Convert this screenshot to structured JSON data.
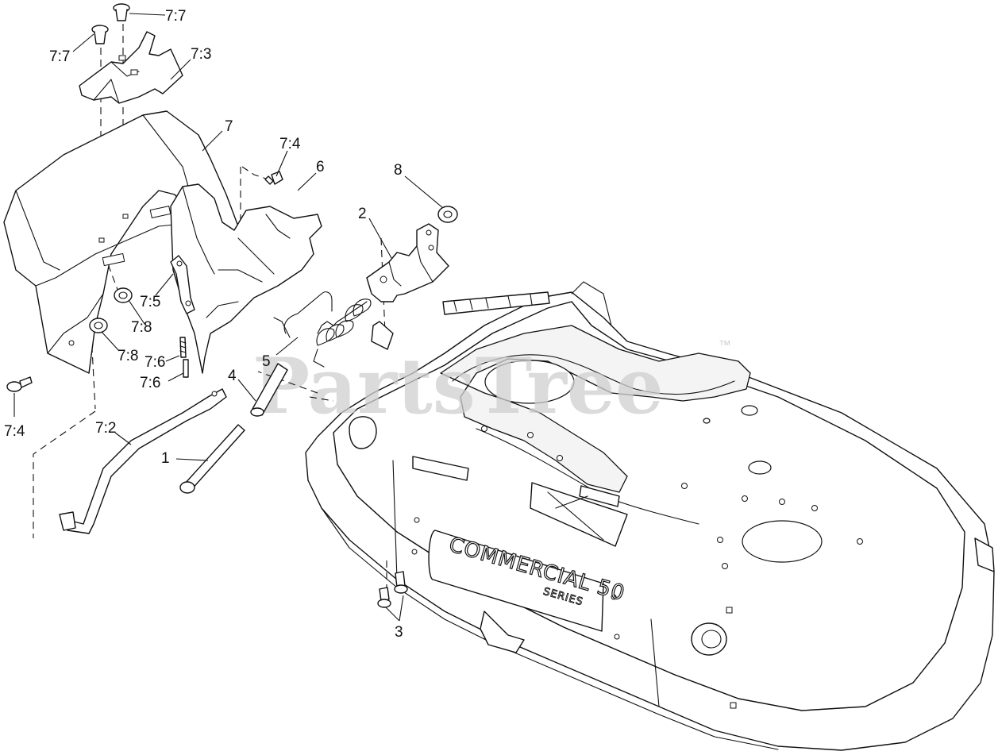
{
  "diagram": {
    "watermark": "PartsTree",
    "watermark_tm": "™",
    "deck_plate_text": "COMMERCIAL 50",
    "deck_plate_subtext": "SERIES",
    "callouts": {
      "c77a": "7:7",
      "c77b": "7:7",
      "c73": "7:3",
      "c7": "7",
      "c74a": "7:4",
      "c6": "6",
      "c8": "8",
      "c2": "2",
      "c75": "7:5",
      "c78a": "7:8",
      "c78b": "7:8",
      "c76a": "7:6",
      "c76b": "7:6",
      "c5": "5",
      "c4": "4",
      "c74b": "7:4",
      "c72": "7:2",
      "c1": "1",
      "c3": "3"
    }
  }
}
